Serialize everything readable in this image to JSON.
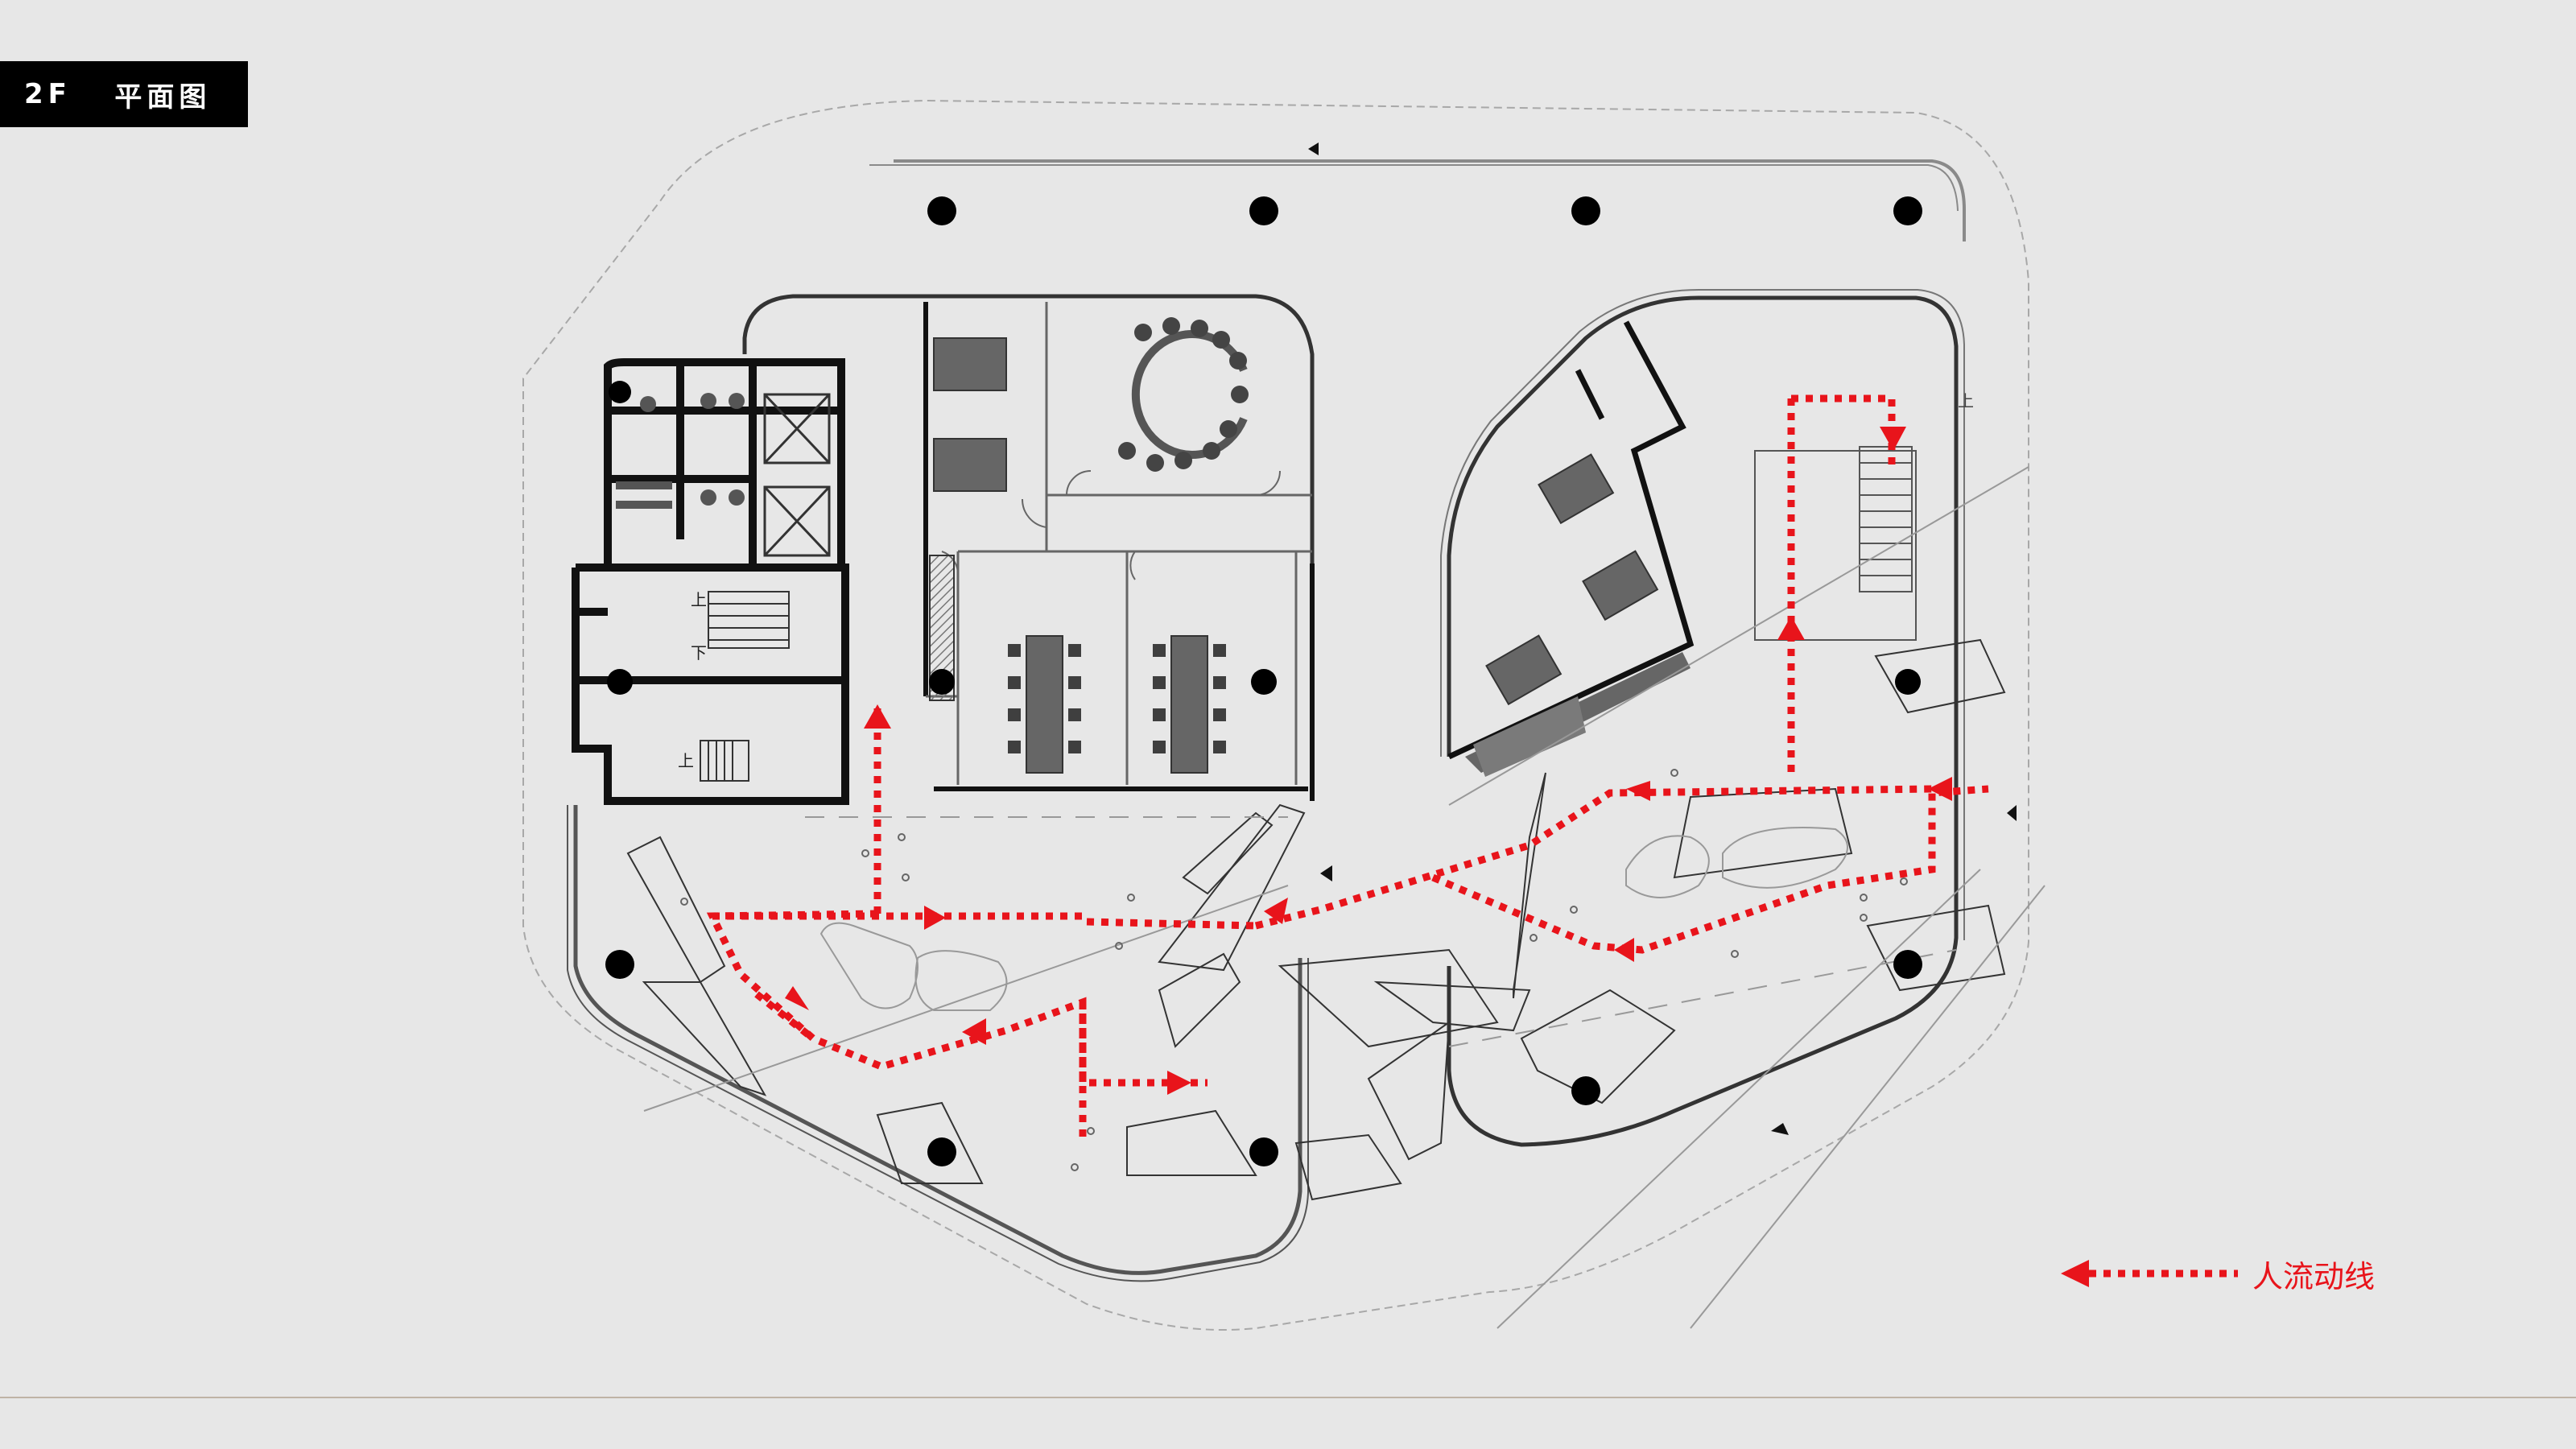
{
  "title": {
    "level": "2F",
    "name": "平面图"
  },
  "legend": {
    "label": "人流动线",
    "color": "#e8141b"
  },
  "plan": {
    "stair_labels": {
      "up": "上",
      "down": "下"
    },
    "colors": {
      "background": "#e7e7e7",
      "wall": "#111111",
      "thin_line": "#6a6a6a",
      "dashed_line": "#9a9a9a",
      "column": "#000000",
      "furniture": "#555555",
      "flow": "#e8141b"
    }
  }
}
